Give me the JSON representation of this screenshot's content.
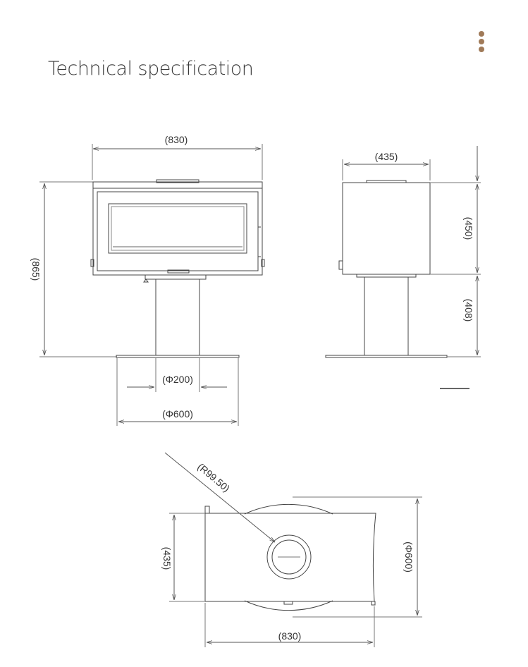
{
  "page": {
    "title": "Technical specification"
  },
  "menu": {
    "icon": "kebab-menu-icon",
    "dot_color": "#a07a58"
  },
  "front_view": {
    "width_label": "(830)",
    "height_label": "(865)",
    "pipe_label": "(Φ200)",
    "base_label": "(Φ600)"
  },
  "side_view": {
    "depth_label": "(435)",
    "body_height_label": "(450)",
    "stand_height_label": "(408)"
  },
  "top_view": {
    "radius_label": "(R99.50)",
    "depth_label": "(435)",
    "base_label": "(Φ600)",
    "width_label": "(830)"
  }
}
